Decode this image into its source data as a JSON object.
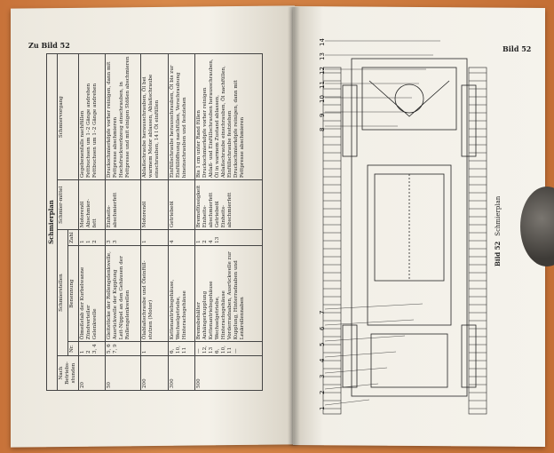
{
  "left_page": {
    "running_head": "Zu Bild 52",
    "table": {
      "title": "Schmierplan",
      "headers": {
        "interval": "Nach Betriebs-stunden",
        "points_group": "Schmierstellen",
        "nr": "Nr.",
        "name": "Benennung",
        "count": "Zahl",
        "lubricant": "Schmier-mittel",
        "procedure": "Schmiervorgang"
      },
      "rows": [
        {
          "interval": "20",
          "nr": "1\n2\n3, 4",
          "name": "Ölmeßstab der Kurbelwanne\nZündverteiler\nGelenkwelle",
          "count": "1\n1\n2",
          "lubricant": "Motorenöl\nAbschmier-\nfett",
          "procedure": "Gegebenenfalls nachfüllen\nFettbuchsen um 1–2 Gänge andrehen\nFettbuchsen um 1–2 Gänge andrehen"
        },
        {
          "interval": "50",
          "nr": "5, 6\n7, 9",
          "name": "Gleitstücke der Rollengelenkwelle, Ausrückwelle der Kupplung\nLeit-Nippel an den Gehäusen der Rollengelenkwellen",
          "count": "3\n3",
          "lubricant": "Einheits-abschmierfett",
          "procedure": "Druckschmierköpfe vorher reinigen, dann mit Fettpresse abschmieren\nHochdruckwerkzeug einschrauben, in Fettpresse und mit einigen Stößen abschmieren"
        },
        {
          "interval": "200",
          "nr": "1",
          "name": "Ölablaßschraube und Öleinfüll-stutzen (Motor)",
          "count": "1",
          "lubricant": "Motorenöl",
          "procedure": "Ablaßschraube herausschrauben, Öl bei warmem Motor ablassen, Ablaßschraube einschrauben, 14 l Öl einfüllen"
        },
        {
          "interval": "300",
          "nr": "6, 10,\n11",
          "name": "Kettenantriebsgehäuse, Wechselgetriebe, Hinterachsgehäuse",
          "count": "4",
          "lubricant": "Getriebeöl",
          "procedure": "Einfüllschraube herausschrauben, Öl bis zur Einfüllöffnung nachfüllen, Verschraubung hineinschrauben und festziehen"
        },
        {
          "interval": "500",
          "nr": "—\n12, 13\n6, 10,\n11\n—",
          "name": "Bremsbehälter\nAnhängerkupplung\nKettenantriebsgehäuse\nWechselgetriebe, Hinterachsgehäuse\nVorderradnaben, Ausrückwelle zur Kupplung, Hinterradnaben und Lenkrollennaben",
          "count": "1\n2\n4\n13",
          "lubricant": "Bremsflüssigkeit\nEinheits-abschmierfett\nGetriebeöl\nEinheits-abschmierfett",
          "procedure": "Bis 1 cm unter Rand füllen\nDruckschmierköpfe vorher reinigen\nAblaß- und Einfüllschrauben herausschrauben, Öl in warmem Zustand ablassen, Ablaßschraube einschrauben, Öl nachfüllen, Einfüllschraube festziehen\nDruckschmierköpfe reinigen, dann mit Fettpresse abschmieren"
        }
      ]
    }
  },
  "right_page": {
    "running_head": "Bild 52",
    "caption_num": "Bild 52",
    "caption_text": "Schmierplan",
    "callouts_top": [
      "14",
      "13",
      "12",
      "11",
      "10",
      "9",
      "8"
    ],
    "callouts_bottom": [
      "1",
      "2",
      "3",
      "4",
      "5",
      "6",
      "7"
    ]
  },
  "colors": {
    "paper": "#f3f0e8",
    "board": "#d07c40",
    "ink": "#222222"
  }
}
